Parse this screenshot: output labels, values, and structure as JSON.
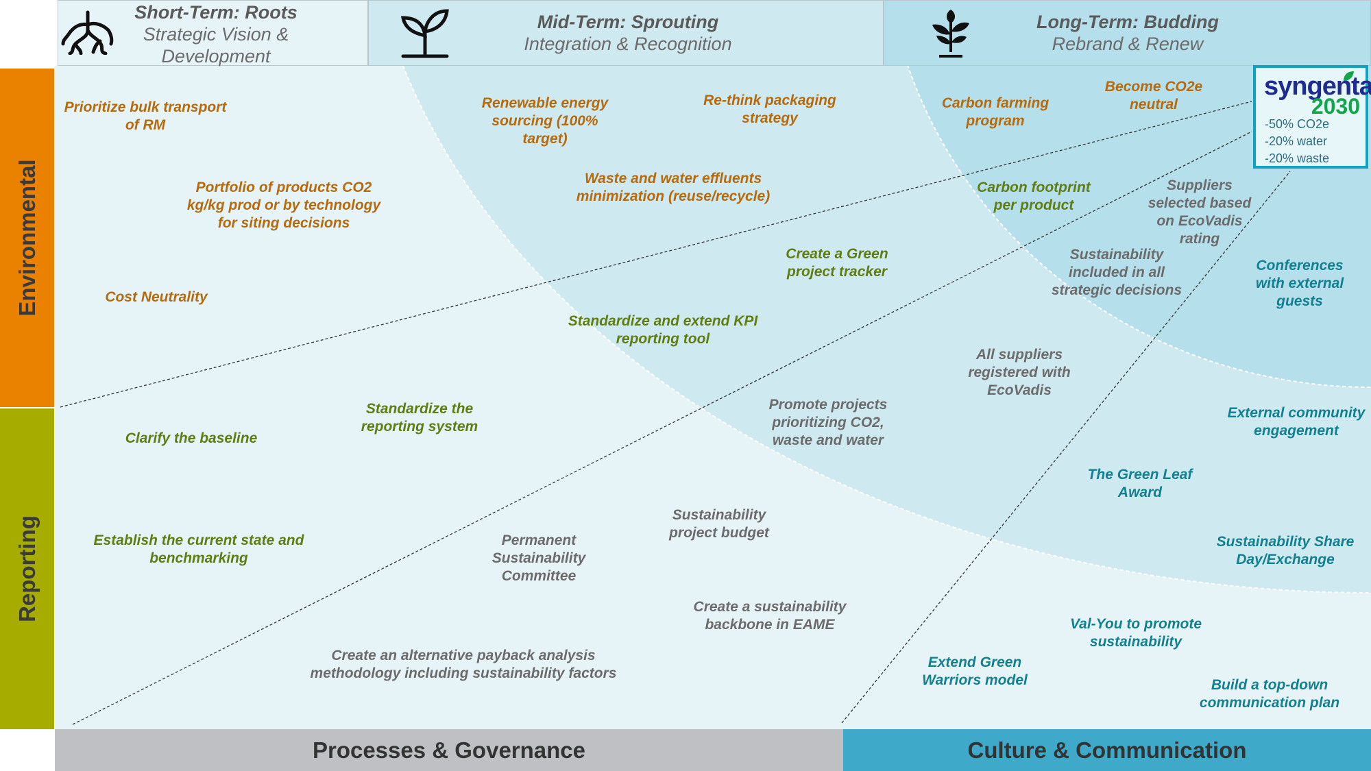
{
  "header": {
    "short": {
      "title": "Short-Term: Roots",
      "subtitle": "Strategic Vision & Development"
    },
    "mid": {
      "title": "Mid-Term: Sprouting",
      "subtitle": "Integration & Recognition"
    },
    "long": {
      "title": "Long-Term: Budding",
      "subtitle": "Rebrand & Renew"
    }
  },
  "side": {
    "environmental": "Environmental",
    "reporting": "Reporting"
  },
  "bottom": {
    "processes": "Processes & Governance",
    "culture": "Culture & Communication"
  },
  "syngenta": {
    "name": "syngenta",
    "year": "2030",
    "targets": [
      "-50% CO2e",
      "-20% water",
      "-20% waste"
    ]
  },
  "colors": {
    "orange": "#ea8200",
    "green": "#a6ad00",
    "gray": "#bfc0c3",
    "teal": "#3ea9c9"
  },
  "items": {
    "bulk": "Prioritize bulk transport of RM",
    "portfolio": "Portfolio of products CO2 kg/kg prod or by technology for siting decisions",
    "cost": "Cost Neutrality",
    "renewable": "Renewable energy sourcing (100% target)",
    "packaging": "Re-think packaging strategy",
    "waste": "Waste and water effluents minimization (reuse/recycle)",
    "carbon_farming": "Carbon farming program",
    "co2e": "Become CO2e neutral",
    "footprint": "Carbon footprint per product",
    "green_tracker": "Create a Green project tracker",
    "kpi": "Standardize and extend KPI reporting tool",
    "suppliers_selected": "Suppliers selected based on EcoVadis rating",
    "sust_decisions": "Sustainability included in all strategic decisions",
    "conferences": "Conferences with external guests",
    "all_suppliers": "All suppliers registered with EcoVadis",
    "promote": "Promote projects prioritizing CO2, waste and water",
    "std_reporting": "Standardize the reporting system",
    "baseline": "Clarify the baseline",
    "external_comm": "External community engagement",
    "green_leaf": "The Green Leaf Award",
    "establish": "Establish the current state and benchmarking",
    "committee": "Permanent Sustainability Committee",
    "budget": "Sustainability project budget",
    "share_day": "Sustainability Share Day/Exchange",
    "backbone": "Create a sustainability backbone in EAME",
    "valyou": "Val-You to promote sustainability",
    "payback": "Create an alternative payback analysis methodology including sustainability factors",
    "warriors": "Extend Green Warriors model",
    "topdown": "Build a top-down communication plan"
  }
}
